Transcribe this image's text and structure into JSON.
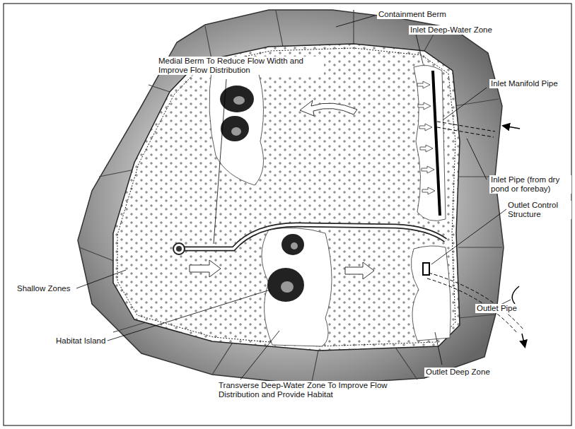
{
  "diagram": {
    "labels": [
      "Containment Berm",
      "Inlet Deep-Water Zone",
      "Medial Berm To Reduce Flow Width and Improve Flow Distribution",
      "Inlet Manifold Pipe",
      "Inlet Pipe (from dry pond or forebay)",
      "Outlet Control Structure",
      "Shallow Zones",
      "Outlet Pipe",
      "Habitat Island",
      "Transverse Deep-Water Zone To Improve Flow Distribution and Provide Habitat",
      "Outlet Deep Zone"
    ]
  }
}
